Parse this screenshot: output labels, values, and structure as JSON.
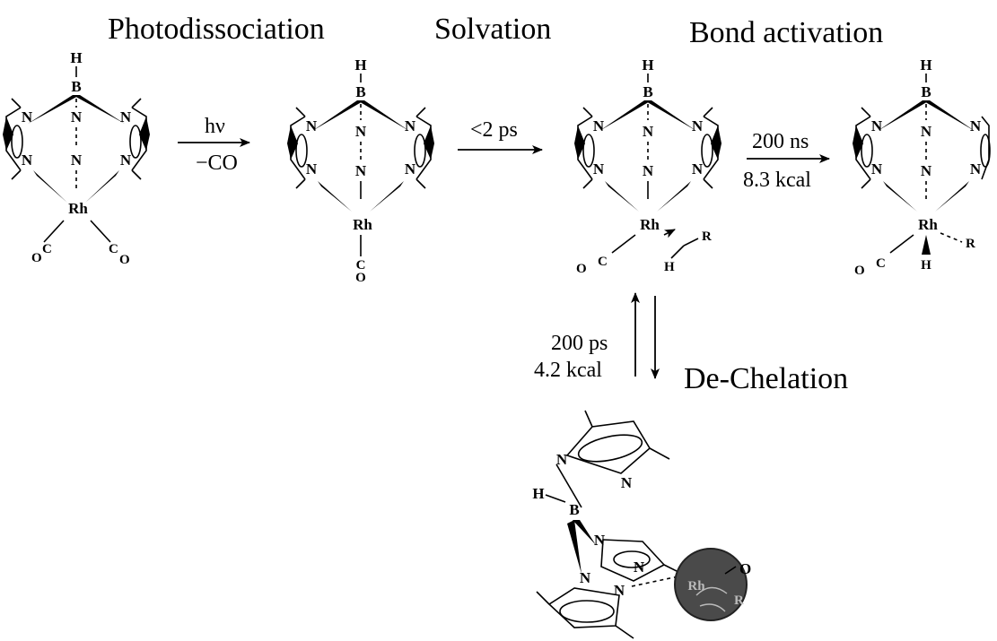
{
  "stages": {
    "photodissociation": "Photodissociation",
    "solvation": "Solvation",
    "bond_activation": "Bond activation",
    "de_chelation": "De-Chelation"
  },
  "steps": {
    "step1": {
      "top": "hν",
      "bottom": "−CO"
    },
    "step2": {
      "top": "<2 ps"
    },
    "step3": {
      "top": "200 ns",
      "bottom": "8.3 kcal"
    },
    "step4": {
      "time": "200 ps",
      "energy": "4.2 kcal"
    }
  },
  "atoms": {
    "H": "H",
    "B": "B",
    "N": "N",
    "Rh": "Rh",
    "C": "C",
    "O": "O",
    "R": "R"
  }
}
